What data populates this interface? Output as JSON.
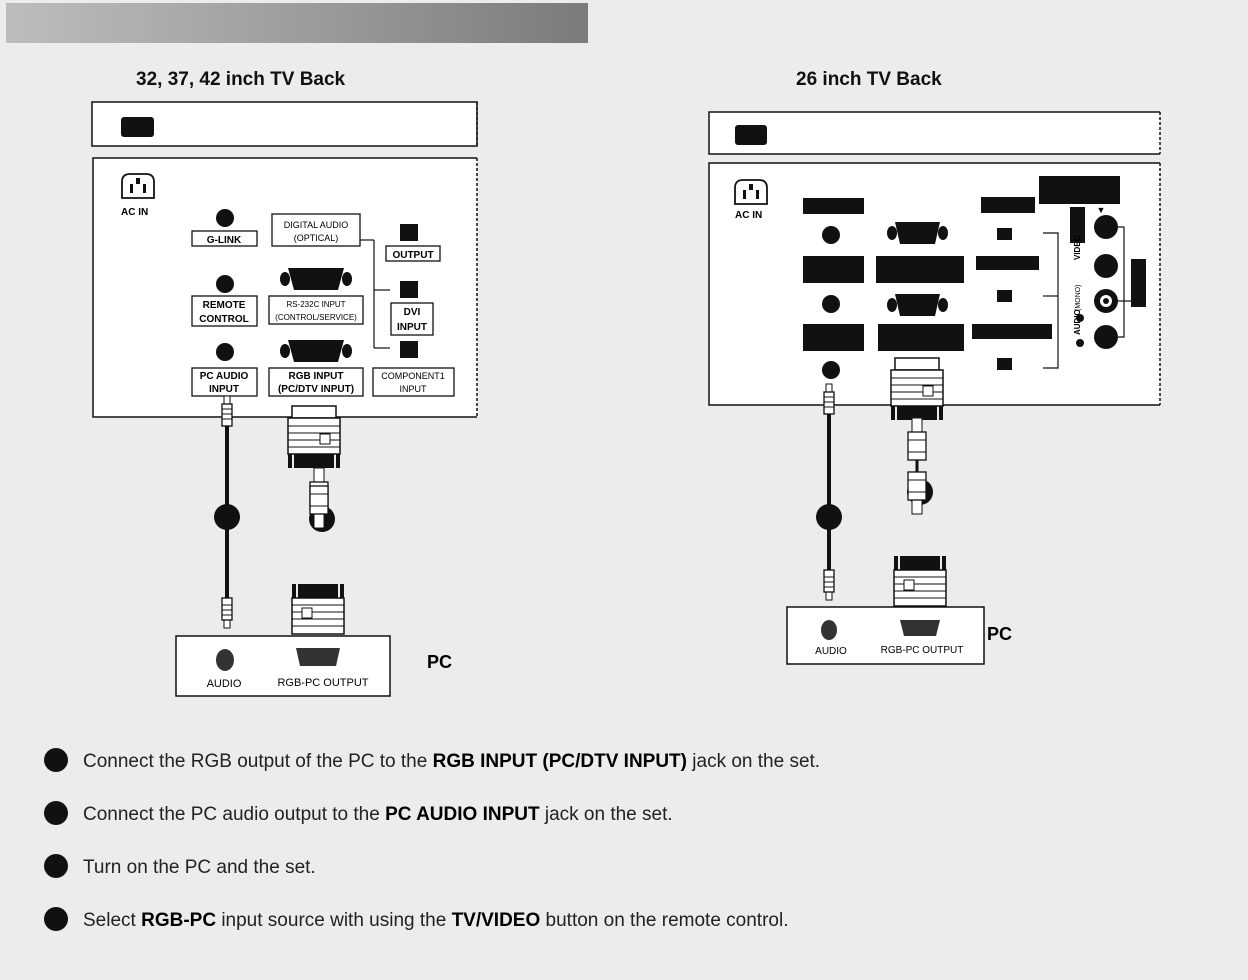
{
  "left_title": "32, 37, 42 inch TV Back",
  "right_title": "26 inch TV Back",
  "left_panel": {
    "ac_in": "AC IN",
    "g_link": "G-LINK",
    "digital_audio_1": "DIGITAL AUDIO",
    "digital_audio_2": "(OPTICAL)",
    "output": "OUTPUT",
    "remote_1": "REMOTE",
    "remote_2": "CONTROL",
    "rs232_1": "RS-232C INPUT",
    "rs232_2": "(CONTROL/SERVICE)",
    "dvi_1": "DVI",
    "dvi_2": "INPUT",
    "pc_audio_1": "PC AUDIO",
    "pc_audio_2": "INPUT",
    "rgb_1": "RGB INPUT",
    "rgb_2": "(PC/DTV INPUT)",
    "component_1": "COMPONENT1",
    "component_2": "INPUT",
    "pc_audio_label": "AUDIO",
    "pc_rgb_label": "RGB-PC OUTPUT",
    "pc_label": "PC"
  },
  "right_panel": {
    "ac_in": "AC IN",
    "side_video": "VIDEO",
    "side_audio": "AUDIO",
    "side_mono": "(MONO)",
    "pc_audio_label": "AUDIO",
    "pc_rgb_label": "RGB-PC OUTPUT",
    "pc_label": "PC"
  },
  "steps": [
    {
      "a": "Connect the RGB output of the PC to the ",
      "b": "RGB INPUT (PC/DTV INPUT)",
      "c": " jack on the set."
    },
    {
      "a": "Connect the PC audio output to the ",
      "b": "PC AUDIO INPUT",
      "c": " jack on the set."
    },
    {
      "a": "Turn on the PC and the set.",
      "b": "",
      "c": ""
    },
    {
      "a": "Select ",
      "b": "RGB-PC",
      "c": " input source with using the ",
      "d": "TV/VIDEO",
      "e": " button on the remote control."
    }
  ]
}
